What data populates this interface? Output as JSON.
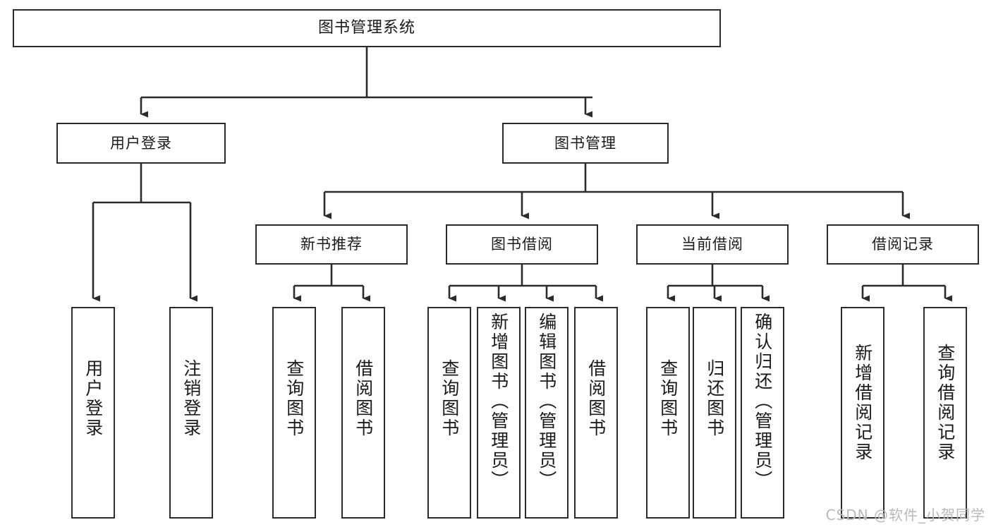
{
  "diagram": {
    "type": "tree-hierarchy",
    "title": "图书管理系统",
    "orientation": "top-down",
    "colors": {
      "box_border": "#2b2b2b",
      "box_fill": "#ffffff",
      "connector": "#2b2b2b",
      "text": "#1a1a1a",
      "watermark": "#b9b9b9"
    },
    "root": {
      "label": "图书管理系统"
    },
    "level2": [
      {
        "label": "用户登录"
      },
      {
        "label": "图书管理"
      }
    ],
    "level3": [
      {
        "label": "新书推荐"
      },
      {
        "label": "图书借阅"
      },
      {
        "label": "当前借阅"
      },
      {
        "label": "借阅记录"
      }
    ],
    "leaves": {
      "user_login": [
        {
          "label": "用户登录"
        },
        {
          "label": "注销登录"
        }
      ],
      "new_book_recommend": [
        {
          "label": "查询图书"
        },
        {
          "label": "借阅图书"
        }
      ],
      "book_borrow": [
        {
          "label": "查询图书"
        },
        {
          "label": "新增图书（管理员）"
        },
        {
          "label": "编辑图书（管理员）"
        },
        {
          "label": "借阅图书"
        }
      ],
      "current_borrow": [
        {
          "label": "查询图书"
        },
        {
          "label": "归还图书"
        },
        {
          "label": "确认归还（管理员）"
        }
      ],
      "borrow_record": [
        {
          "label": "新增借阅记录"
        },
        {
          "label": "查询借阅记录"
        }
      ]
    }
  },
  "watermark": {
    "text": "CSDN @软件_小贺同学"
  }
}
